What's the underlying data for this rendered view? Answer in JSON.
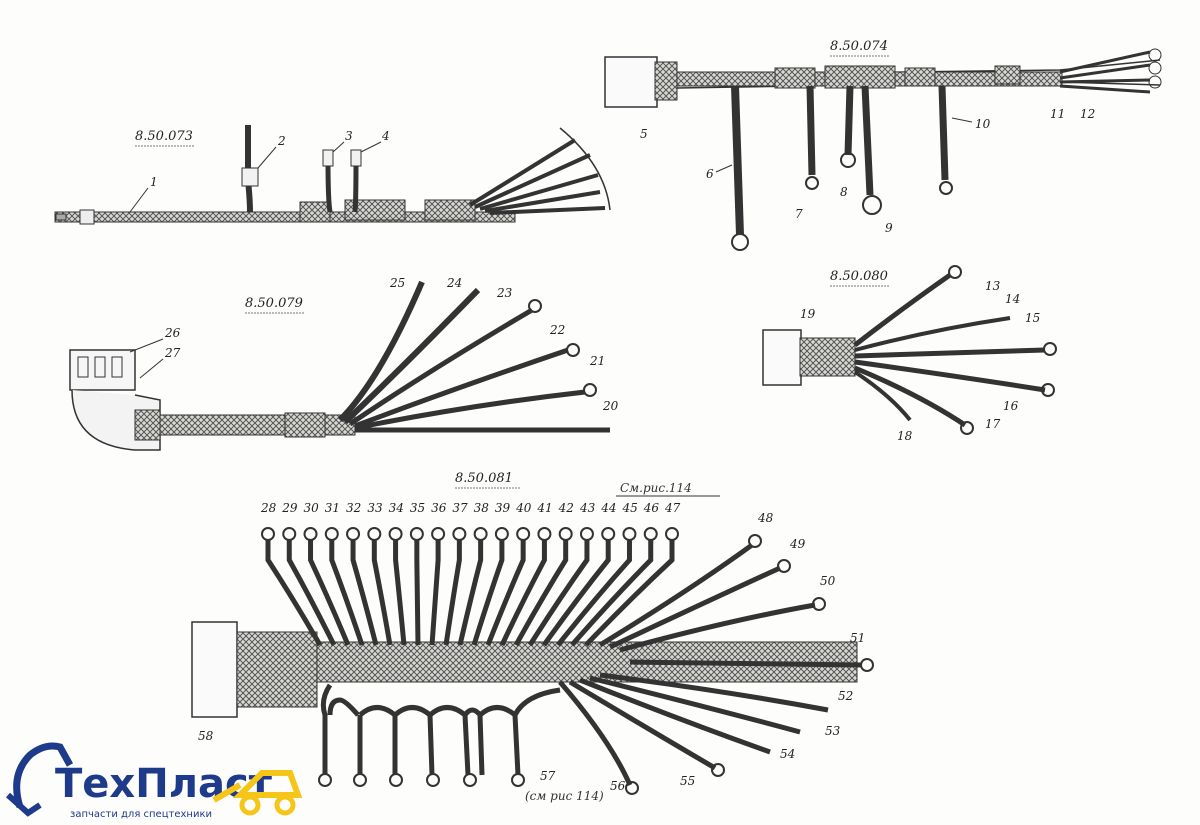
{
  "harnesses": {
    "h073": {
      "code": "8.50.073",
      "parts": [
        "1",
        "2",
        "3",
        "4"
      ]
    },
    "h074": {
      "code": "8.50.074",
      "parts": [
        "5",
        "6",
        "7",
        "8",
        "9",
        "10",
        "11",
        "12"
      ]
    },
    "h079": {
      "code": "8.50.079",
      "parts": [
        "20",
        "21",
        "22",
        "23",
        "24",
        "25",
        "26",
        "27"
      ]
    },
    "h080": {
      "code": "8.50.080",
      "parts": [
        "13",
        "14",
        "15",
        "16",
        "17",
        "18",
        "19"
      ]
    },
    "h081": {
      "code": "8.50.081",
      "ref_top": "См.рис.114",
      "ref_bottom": "(см рис 114)",
      "top_labels": [
        "28",
        "29",
        "30",
        "31",
        "32",
        "33",
        "34",
        "35",
        "36",
        "37",
        "38",
        "39",
        "40",
        "41",
        "42",
        "43",
        "44",
        "45",
        "46",
        "47"
      ],
      "right_labels": [
        "48",
        "49",
        "50",
        "51",
        "52",
        "53",
        "54",
        "55",
        "56",
        "57",
        "58"
      ]
    }
  },
  "logo": {
    "brand": "ТехПласт",
    "tagline": "запчасти для спецтехники",
    "brand_color": "#1e3a8a",
    "accent_color": "#f5c518"
  }
}
